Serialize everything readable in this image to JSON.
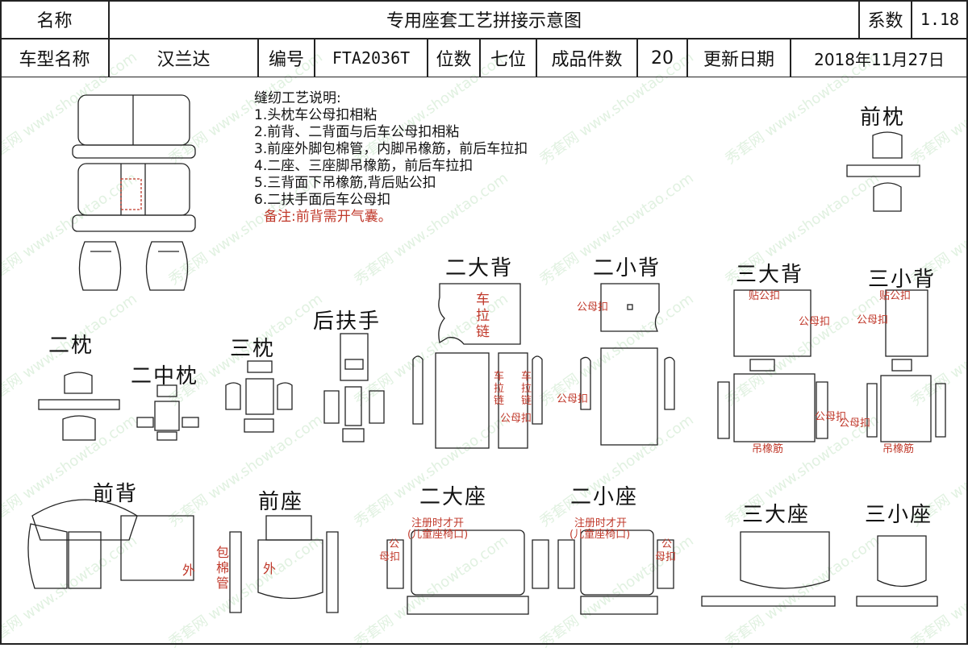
{
  "header": {
    "name_label": "名称",
    "title": "专用座套工艺拼接示意图",
    "coef_label": "系数",
    "coef_value": "1.18",
    "model_label": "车型名称",
    "model_value": "汉兰达",
    "code_label": "编号",
    "code_value": "FTA2036T",
    "seats_label": "位数",
    "seats_value": "七位",
    "count_label": "成品件数",
    "count_value": "20",
    "date_label": "更新日期",
    "date_value": "2018年11月27日"
  },
  "notes": {
    "title": "缝纫工艺说明:",
    "items": [
      "1.头枕车公母扣相粘",
      "2.前背、二背面与后车公母扣相粘",
      "3.前座外脚包棉管，内脚吊橡筋，前后车拉扣",
      "4.二座、三座脚吊橡筋，前后车拉扣",
      "5.三背面下吊橡筋,背后贴公扣",
      "6.二扶手面后车公母扣"
    ],
    "remark": "备注:前背需开气囊。"
  },
  "labels": {
    "front_headrest": "前枕",
    "second_headrest": "二枕",
    "second_mid_headrest": "二中枕",
    "third_headrest": "三枕",
    "rear_armrest": "后扶手",
    "second_big_back": "二大背",
    "second_small_back": "二小背",
    "third_big_back": "三大背",
    "third_small_back": "三小背",
    "front_back": "前背",
    "front_seat": "前座",
    "second_big_seat": "二大座",
    "second_small_seat": "二小座",
    "third_big_seat": "三大座",
    "third_small_seat": "三小座"
  },
  "annotations": {
    "zipper_vertical": [
      "车",
      "拉",
      "链"
    ],
    "snap_buttons": "公母扣",
    "paste_male": "贴公扣",
    "elastic": "吊橡筋",
    "outer": "外",
    "foam_tube": [
      "包",
      "棉",
      "管"
    ],
    "child_seat_note_1": "注册时才开",
    "child_seat_note_2": "(儿童座椅口)",
    "snap_short_1": "公",
    "snap_short_2": "母扣"
  },
  "watermark": "秀套网 www.showtao.com"
}
